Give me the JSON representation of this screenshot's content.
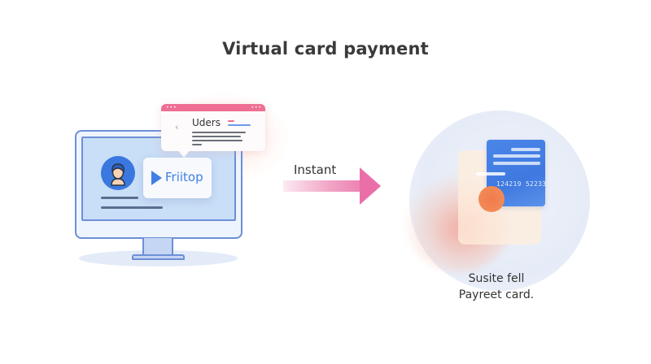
{
  "title": "Virtual card payment",
  "left_panel": {
    "popup": {
      "title": "Uders",
      "back_icon": "‹",
      "dots_left": "•••",
      "dots_right": "•••",
      "bar_color": "#ee6f93"
    },
    "app_card": {
      "label": "Friitop",
      "icon": "play-triangle",
      "accent": "#3f7fe6"
    },
    "monitor": {
      "frame_color": "#6d8fd6",
      "screen_color": "#c9def7"
    }
  },
  "arrow": {
    "label": "Instant",
    "color": "#ea6fa8"
  },
  "right_panel": {
    "card_number": "124219 52233",
    "card_color": "#3f79e0",
    "caption_line1": "Susite fell",
    "caption_line2": "Payreet card."
  }
}
